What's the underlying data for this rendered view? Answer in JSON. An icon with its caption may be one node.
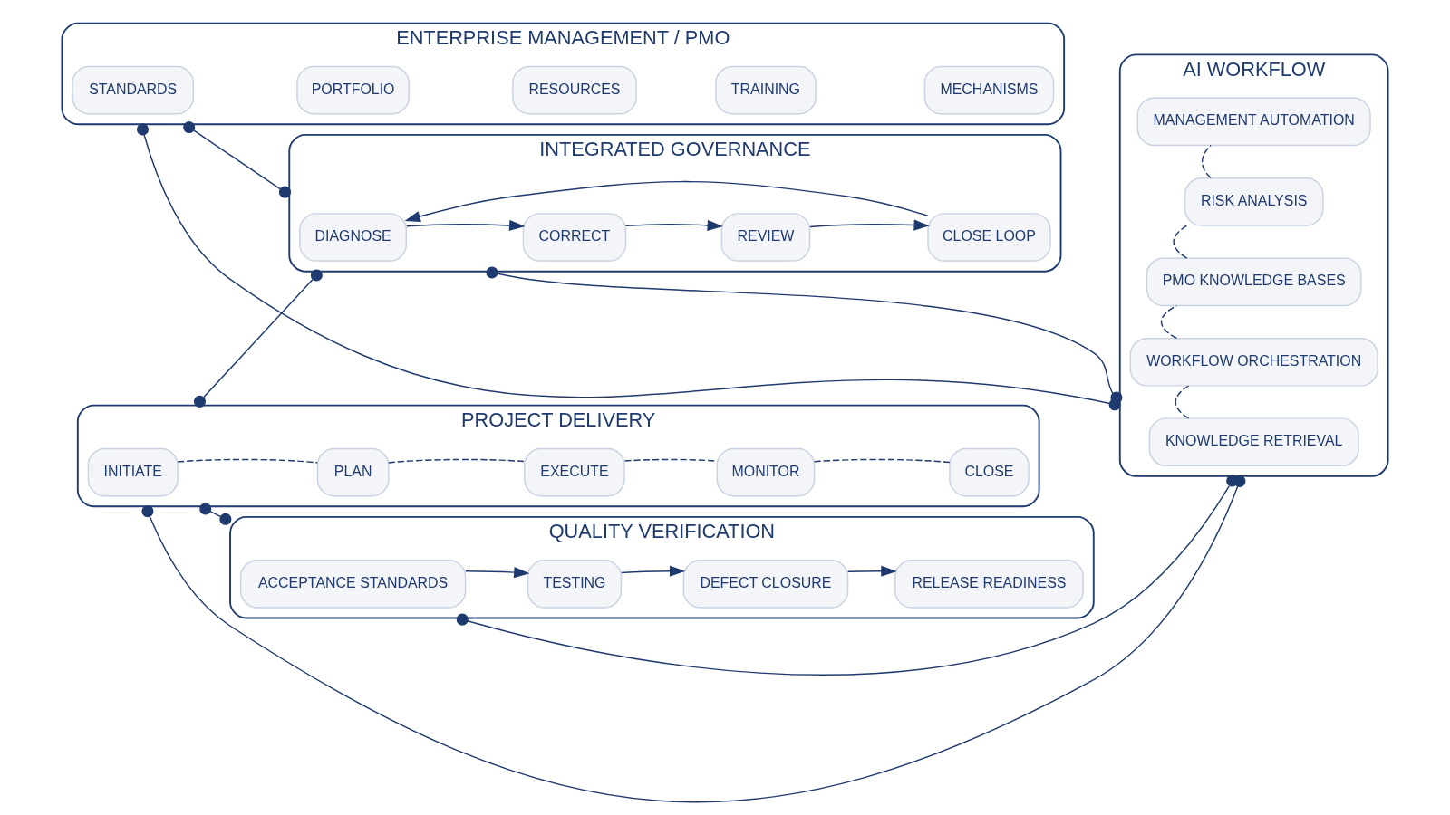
{
  "diagram": {
    "nodes": [
      {
        "text": [
          "ENTERPRISE MANAGEMENT / PMO"
        ]
      },
      {
        "text": [
          "STANDARDS"
        ],
        "in": 0
      },
      {
        "text": [
          "PORTFOLIO"
        ],
        "in": 0
      },
      {
        "text": [
          "RESOURCES"
        ],
        "in": 0
      },
      {
        "text": [
          "TRAINING"
        ],
        "in": 0
      },
      {
        "text": [
          "MECHANISMS"
        ],
        "in": 0
      },
      {
        "text": [
          "INTEGRATED GOVERNANCE"
        ]
      },
      {
        "text": [
          "DIAGNOSE"
        ],
        "in": 6
      },
      {
        "text": [
          "CORRECT"
        ],
        "in": 6
      },
      {
        "text": [
          "REVIEW"
        ],
        "in": 6
      },
      {
        "text": [
          "CLOSE LOOP"
        ],
        "in": 6
      },
      {
        "text": [
          "PROJECT DELIVERY"
        ]
      },
      {
        "text": [
          "INITIATE"
        ],
        "in": 11
      },
      {
        "text": [
          "PLAN"
        ],
        "in": 11
      },
      {
        "text": [
          "EXECUTE"
        ],
        "in": 11
      },
      {
        "text": [
          "MONITOR"
        ],
        "in": 11
      },
      {
        "text": [
          "CLOSE"
        ],
        "in": 11
      },
      {
        "text": [
          "QUALITY VERIFICATION"
        ]
      },
      {
        "text": [
          "ACCEPTANCE STANDARDS"
        ],
        "in": 17
      },
      {
        "text": [
          "TESTING"
        ],
        "in": 17
      },
      {
        "text": [
          "DEFECT CLOSURE"
        ],
        "in": 17
      },
      {
        "text": [
          "RELEASE READINESS"
        ],
        "in": 17
      },
      {
        "text": [
          "AI WORKFLOW"
        ]
      },
      {
        "text": [
          "KNOWLEDGE RETRIEVAL"
        ],
        "in": 22
      },
      {
        "text": [
          "WORKFLOW ORCHESTRATION"
        ],
        "in": 22
      },
      {
        "text": [
          "PMO KNOWLEDGE BASES"
        ],
        "in": 22
      },
      {
        "text": [
          "RISK ANALYSIS"
        ],
        "in": 22
      },
      {
        "text": [
          "MANAGEMENT AUTOMATION"
        ],
        "in": 22
      }
    ],
    "edges": [
      {
        "from": 7,
        "to": 8,
        "arrow": "to"
      },
      {
        "from": 8,
        "to": 9,
        "arrow": "to"
      },
      {
        "from": 9,
        "to": 10,
        "arrow": "to"
      },
      {
        "from": 10,
        "to": 7,
        "arrow": "to"
      },
      {
        "from": 12,
        "to": 13,
        "arrow": "none",
        "style": "dashed"
      },
      {
        "from": 13,
        "to": 14,
        "arrow": "none",
        "style": "dashed"
      },
      {
        "from": 14,
        "to": 15,
        "arrow": "none",
        "style": "dashed"
      },
      {
        "from": 15,
        "to": 16,
        "arrow": "none",
        "style": "dashed"
      },
      {
        "from": 18,
        "to": 19,
        "arrow": "to"
      },
      {
        "from": 19,
        "to": 20,
        "arrow": "to"
      },
      {
        "from": 20,
        "to": 21,
        "arrow": "to"
      },
      {
        "from": 23,
        "to": 24,
        "arrow": "none",
        "style": "dashed"
      },
      {
        "from": 24,
        "to": 25,
        "arrow": "none",
        "style": "dashed"
      },
      {
        "from": 25,
        "to": 26,
        "arrow": "none",
        "style": "dashed"
      },
      {
        "from": 26,
        "to": 27,
        "arrow": "none",
        "style": "dashed"
      },
      {
        "from": 0,
        "to": 6,
        "arrow": "other"
      },
      {
        "from": 6,
        "to": 11,
        "arrow": "other"
      },
      {
        "from": 11,
        "to": 17,
        "arrow": "other"
      },
      {
        "from": 0,
        "to": 22,
        "arrow": "other"
      },
      {
        "from": 6,
        "to": 22,
        "arrow": "other"
      },
      {
        "from": 11,
        "to": 22,
        "arrow": "other"
      },
      {
        "from": 17,
        "to": 22,
        "arrow": "other"
      }
    ]
  }
}
